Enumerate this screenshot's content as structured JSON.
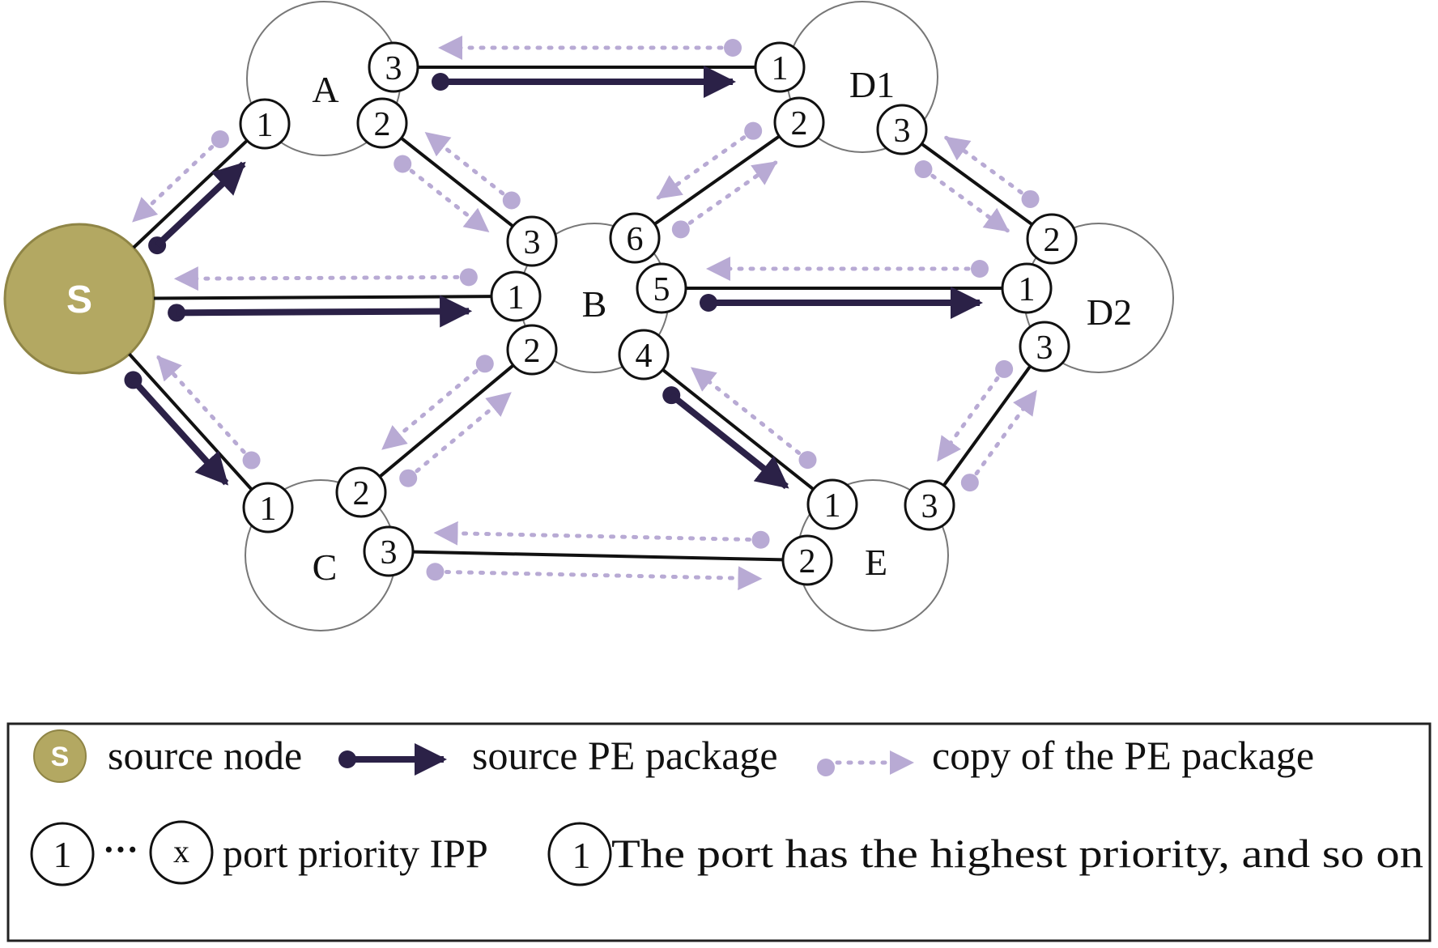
{
  "nodes": [
    {
      "key": "S",
      "label": "S",
      "kind": "source"
    },
    {
      "key": "A",
      "label": "A"
    },
    {
      "key": "B",
      "label": "B"
    },
    {
      "key": "C",
      "label": "C"
    },
    {
      "key": "D1",
      "label": "D1"
    },
    {
      "key": "D2",
      "label": "D2"
    },
    {
      "key": "E",
      "label": "E"
    }
  ],
  "ports": [
    {
      "key": "A1",
      "node": "A",
      "label": "1"
    },
    {
      "key": "A2",
      "node": "A",
      "label": "2"
    },
    {
      "key": "A3",
      "node": "A",
      "label": "3"
    },
    {
      "key": "B1",
      "node": "B",
      "label": "1"
    },
    {
      "key": "B2",
      "node": "B",
      "label": "2"
    },
    {
      "key": "B3",
      "node": "B",
      "label": "3"
    },
    {
      "key": "B4",
      "node": "B",
      "label": "4"
    },
    {
      "key": "B5",
      "node": "B",
      "label": "5"
    },
    {
      "key": "B6",
      "node": "B",
      "label": "6"
    },
    {
      "key": "C1",
      "node": "C",
      "label": "1"
    },
    {
      "key": "C2",
      "node": "C",
      "label": "2"
    },
    {
      "key": "C3",
      "node": "C",
      "label": "3"
    },
    {
      "key": "D1_1",
      "node": "D1",
      "label": "1"
    },
    {
      "key": "D1_2",
      "node": "D1",
      "label": "2"
    },
    {
      "key": "D1_3",
      "node": "D1",
      "label": "3"
    },
    {
      "key": "D2_1",
      "node": "D2",
      "label": "1"
    },
    {
      "key": "D2_2",
      "node": "D2",
      "label": "2"
    },
    {
      "key": "D2_3",
      "node": "D2",
      "label": "3"
    },
    {
      "key": "E1",
      "node": "E",
      "label": "1"
    },
    {
      "key": "E2",
      "node": "E",
      "label": "2"
    },
    {
      "key": "E3",
      "node": "E",
      "label": "3"
    }
  ],
  "links": [
    {
      "from": "S",
      "to": "A1",
      "source_packet": true,
      "copy_back": true
    },
    {
      "from": "S",
      "to": "B1",
      "source_packet": true,
      "copy_back": true
    },
    {
      "from": "S",
      "to": "C1",
      "source_packet": true,
      "copy_back": true
    },
    {
      "from": "A3",
      "to": "D1_1",
      "source_packet": true,
      "copy_back": true
    },
    {
      "from": "A2",
      "to": "B3",
      "copy_forward": true,
      "copy_back": true
    },
    {
      "from": "B6",
      "to": "D1_2",
      "copy_forward": true,
      "copy_back": true
    },
    {
      "from": "B5",
      "to": "D2_1",
      "source_packet": true,
      "copy_back": true
    },
    {
      "from": "B2",
      "to": "C2",
      "copy_forward": true,
      "copy_back": true
    },
    {
      "from": "B4",
      "to": "E1",
      "source_packet": true,
      "copy_back": true
    },
    {
      "from": "D1_3",
      "to": "D2_2",
      "copy_forward": true,
      "copy_back": true
    },
    {
      "from": "C3",
      "to": "E2",
      "copy_forward": true,
      "copy_back": true
    },
    {
      "from": "E3",
      "to": "D2_3",
      "copy_forward": true,
      "copy_back": true
    }
  ],
  "legend": {
    "source_node_symbol": "S",
    "source_node": "source node",
    "source_packet": "source PE package",
    "copy_packet": "copy of the PE package",
    "port_first": "1",
    "port_dots": "···",
    "port_last": "x",
    "port_priority": "port priority IPP",
    "top_port": "1",
    "top_port_text": "The port has the highest priority, and so on"
  },
  "colors": {
    "source_fill": "#b3a862",
    "source_label": "#ffffff",
    "source_arrow": "#2b2147",
    "copy_arrow": "#b8aad4",
    "line": "#111111",
    "node_outline": "#777777"
  }
}
